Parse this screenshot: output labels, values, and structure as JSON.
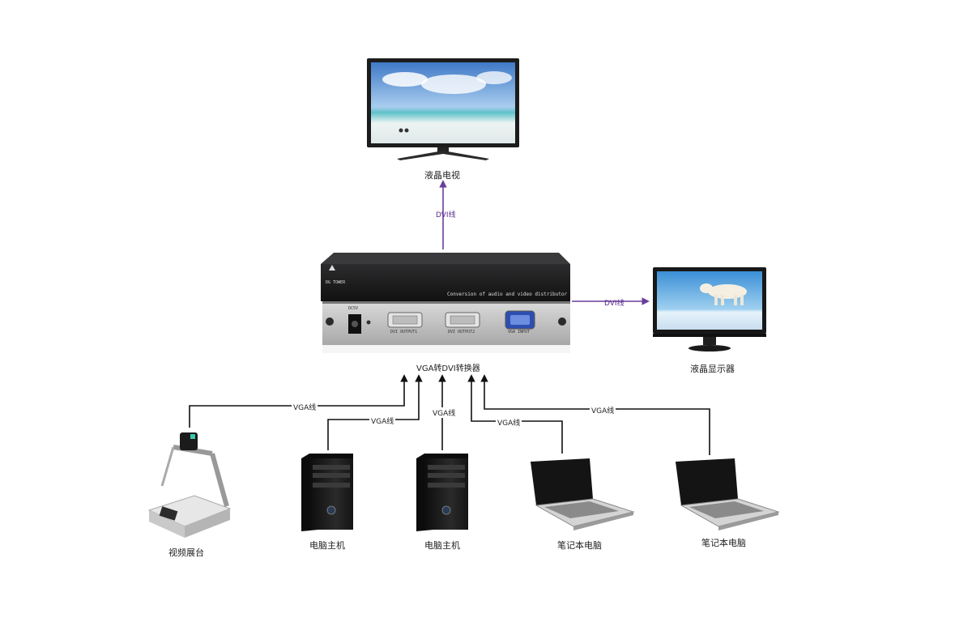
{
  "box": {
    "title": "VGA转DVI转换器",
    "front_text": "Conversion of audio and video distributor",
    "brand": "DG TOWER",
    "dc_label": "DC5V",
    "port_labels": [
      "DVI OUTPUT1",
      "DVI OUTPUT2",
      "VGA INPUT"
    ]
  },
  "outputs": [
    {
      "label": "液晶电视",
      "cable": "DVI线"
    },
    {
      "label": "液晶显示器",
      "cable": "DVI线"
    }
  ],
  "inputs": [
    {
      "label": "视频展台",
      "cable": "VGA线"
    },
    {
      "label": "电脑主机",
      "cable": "VGA线"
    },
    {
      "label": "电脑主机",
      "cable": "VGA线"
    },
    {
      "label": "笔记本电脑",
      "cable": "VGA线"
    },
    {
      "label": "笔记本电脑",
      "cable": "VGA线"
    }
  ],
  "colors": {
    "output_cable": "#6a3d9a",
    "input_cable": "#111111",
    "device_body": "#1a1a1a"
  }
}
